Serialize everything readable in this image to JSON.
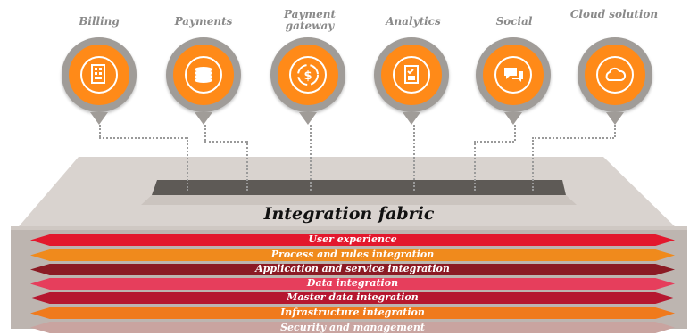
{
  "pins": [
    {
      "label": "Billing",
      "icon": "billing-icon"
    },
    {
      "label": "Payments",
      "icon": "payments-icon"
    },
    {
      "label": "Payment gateway",
      "icon": "payment-gateway-icon"
    },
    {
      "label": "Analytics",
      "icon": "analytics-icon"
    },
    {
      "label": "Social",
      "icon": "social-icon"
    },
    {
      "label": "Cloud solution",
      "icon": "cloud-icon"
    }
  ],
  "fabric_title": "Integration fabric",
  "layers": [
    {
      "label": "User experience",
      "color": "#e3182d"
    },
    {
      "label": "Process and rules integration",
      "color": "#f08a1c"
    },
    {
      "label": "Application and service integration",
      "color": "#8b1a24"
    },
    {
      "label": "Data integration",
      "color": "#e63e5c"
    },
    {
      "label": "Master data integration",
      "color": "#b5172f"
    },
    {
      "label": "Infrastructure integration",
      "color": "#f07a1c"
    },
    {
      "label": "Security and management",
      "color": "#c9a4a0"
    }
  ],
  "colors": {
    "pin_fill": "#ff8a18",
    "pin_ring": "#a09c98",
    "box_top": "#d9d3cf",
    "box_side": "#bdb5b0"
  }
}
